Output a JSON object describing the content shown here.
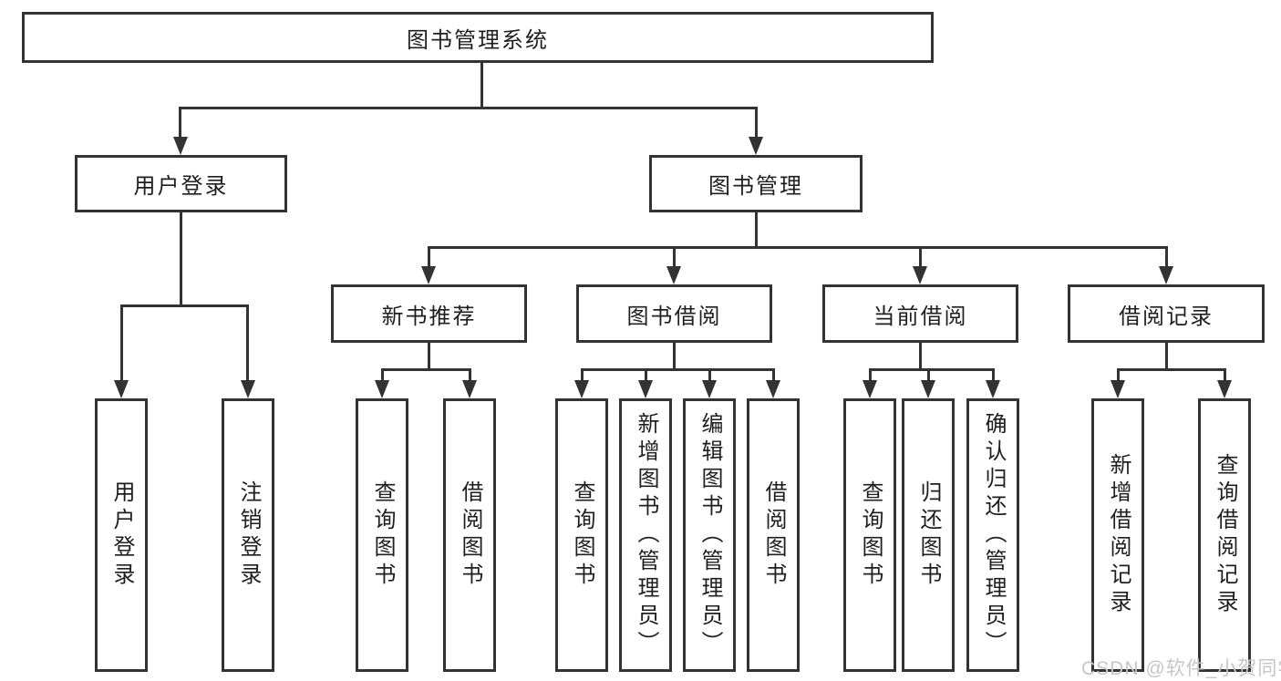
{
  "diagram": {
    "root_label": "图书管理系统",
    "user_login": {
      "label": "用户登录",
      "children": [
        "用户登录",
        "注销登录"
      ]
    },
    "book_mgmt": {
      "label": "图书管理",
      "sections": [
        {
          "label": "新书推荐",
          "children": [
            "查询图书",
            "借阅图书"
          ]
        },
        {
          "label": "图书借阅",
          "children": [
            "查询图书",
            "新增图书（管理员）",
            "编辑图书（管理员）",
            "借阅图书"
          ]
        },
        {
          "label": "当前借阅",
          "children": [
            "查询图书",
            "归还图书",
            "确认归还（管理员）"
          ]
        },
        {
          "label": "借阅记录",
          "children": [
            "新增借阅记录",
            "查询借阅记录"
          ]
        }
      ]
    }
  },
  "watermark": "CSDN @软件_小贺同学",
  "colors": {
    "line": "#333333",
    "box_border": "#333333",
    "text": "#1f1f1f",
    "watermark_text": "#c6c6c6",
    "background": "#ffffff"
  }
}
